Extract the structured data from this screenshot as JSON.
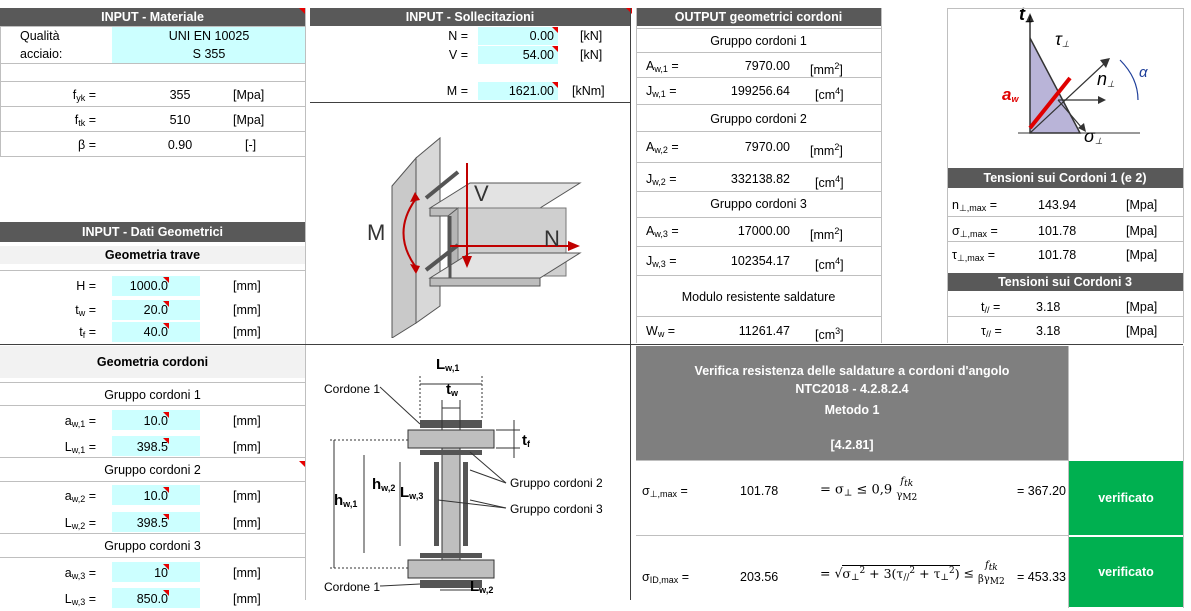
{
  "materiale": {
    "header": "INPUT - Materiale",
    "qualita_label1": "Qualità",
    "qualita_label2": "acciaio:",
    "norma": "UNI EN 10025",
    "grade": "S 355",
    "fyk_label": "f",
    "fyk_sub": "yk",
    "fyk_value": "355",
    "fyk_unit": "[Mpa]",
    "ftk_label": "f",
    "ftk_sub": "tk",
    "ftk_value": "510",
    "ftk_unit": "[Mpa]",
    "beta_label": "β",
    "beta_value": "0.90",
    "beta_unit": "[-]"
  },
  "sollecitazioni": {
    "header": "INPUT - Sollecitazioni",
    "N_label": "N",
    "N_value": "0.00",
    "N_unit": "[kN]",
    "V_label": "V",
    "V_value": "54.00",
    "V_unit": "[kN]",
    "M_label": "M",
    "M_value": "1621.00",
    "M_unit": "[kNm]"
  },
  "output": {
    "header": "OUTPUT geometrici cordoni",
    "g1_title": "Gruppo cordoni 1",
    "Aw1_sub": "w,1",
    "Aw1_value": "7970.00",
    "Jw1_sub": "w,1",
    "Jw1_value": "199256.64",
    "g2_title": "Gruppo cordoni 2",
    "Aw2_sub": "w,2",
    "Aw2_value": "7970.00",
    "Jw2_sub": "w,2",
    "Jw2_value": "332138.82",
    "g3_title": "Gruppo cordoni 3",
    "Aw3_sub": "w,3",
    "Aw3_value": "17000.00",
    "Jw3_sub": "w,3",
    "Jw3_value": "102354.17",
    "modulo_title": "Modulo resistente saldature",
    "Ww_sub": "w",
    "Ww_value": "11261.47",
    "unit_mm2": "[mm",
    "unit_cm4": "[cm",
    "unit_cm3": "[cm",
    "exp2": "2",
    "exp4": "4",
    "exp3": "3",
    "A": "A",
    "J": "J",
    "W": "W"
  },
  "tensioni": {
    "header12": "Tensioni sui Cordoni 1 (e 2)",
    "n_label": "n",
    "n_sub": "⊥,max",
    "n_value": "143.94",
    "sigma_label": "σ",
    "sigma_sub": "⊥,max",
    "sigma_value": "101.78",
    "tau_label": "τ",
    "tau_sub": "⊥,max",
    "tau_value": "101.78",
    "header3": "Tensioni sui Cordoni 3",
    "t_label": "t",
    "t_sub": "//",
    "t_value": "3.18",
    "tau2_label": "τ",
    "tau2_sub": "//",
    "tau2_value": "3.18",
    "unit": "[Mpa]"
  },
  "geometrici": {
    "header": "INPUT - Dati Geometrici",
    "trave_title": "Geometria trave",
    "H_label": "H",
    "H_value": "1000.0",
    "tw_label": "t",
    "tw_sub": "w",
    "tw_value": "20.0",
    "tf_label": "t",
    "tf_sub": "f",
    "tf_value": "40.0",
    "unit": "[mm]"
  },
  "cordoni": {
    "title": "Geometria cordoni",
    "g1": "Gruppo cordoni 1",
    "aw1_sub": "w,1",
    "aw1_value": "10.0",
    "Lw1_sub": "w,1",
    "Lw1_value": "398.5",
    "g2": "Gruppo cordoni 2",
    "aw2_sub": "w,2",
    "aw2_value": "10.0",
    "Lw2_sub": "w,2",
    "Lw2_value": "398.5",
    "g3": "Gruppo cordoni 3",
    "aw3_sub": "w,3",
    "aw3_value": "10",
    "Lw3_sub": "w,3",
    "Lw3_value": "850.0",
    "a": "a",
    "L": "L",
    "unit": "[mm]"
  },
  "diagram_labels": {
    "M": "M",
    "V": "V",
    "N": "N",
    "cordone1_top": "Cordone 1",
    "cordone1_bot": "Cordone 1",
    "gruppo2": "Gruppo cordoni 2",
    "gruppo3": "Gruppo cordoni 3",
    "Lw1": "L",
    "Lw1_sub": "w,1",
    "tw": "t",
    "tw_sub": "w",
    "tf": "t",
    "tf_sub": "f",
    "hw2": "h",
    "hw2_sub": "w,2",
    "Lw3": "L",
    "Lw3_sub": "w,3",
    "hw1": "h",
    "hw1_sub": "w,1",
    "Lw2": "L",
    "Lw2_sub": "w,2",
    "t_perp": "t",
    "tau_perp": "τ",
    "n_perp": "n",
    "alpha": "α",
    "a_w": "a",
    "a_w_sub": "w",
    "sigma_perp": "σ",
    "perp": "⊥"
  },
  "verifica": {
    "line1": "Verifica resistenza delle saldature a cordoni d'angolo",
    "line2": "NTC2018 - 4.2.8.2.4",
    "line3": "Metodo 1",
    "line4": "[4.2.81]",
    "r1_label": "σ",
    "r1_sub": "⊥,max",
    "r1_value": "101.78",
    "r1_result": "= 367.20",
    "r1_status": "verificato",
    "r2_label": "σ",
    "r2_sub": "ID,max",
    "r2_value": "203.56",
    "r2_result": "= 453.33",
    "r2_status": "verificato"
  },
  "eq": "="
}
